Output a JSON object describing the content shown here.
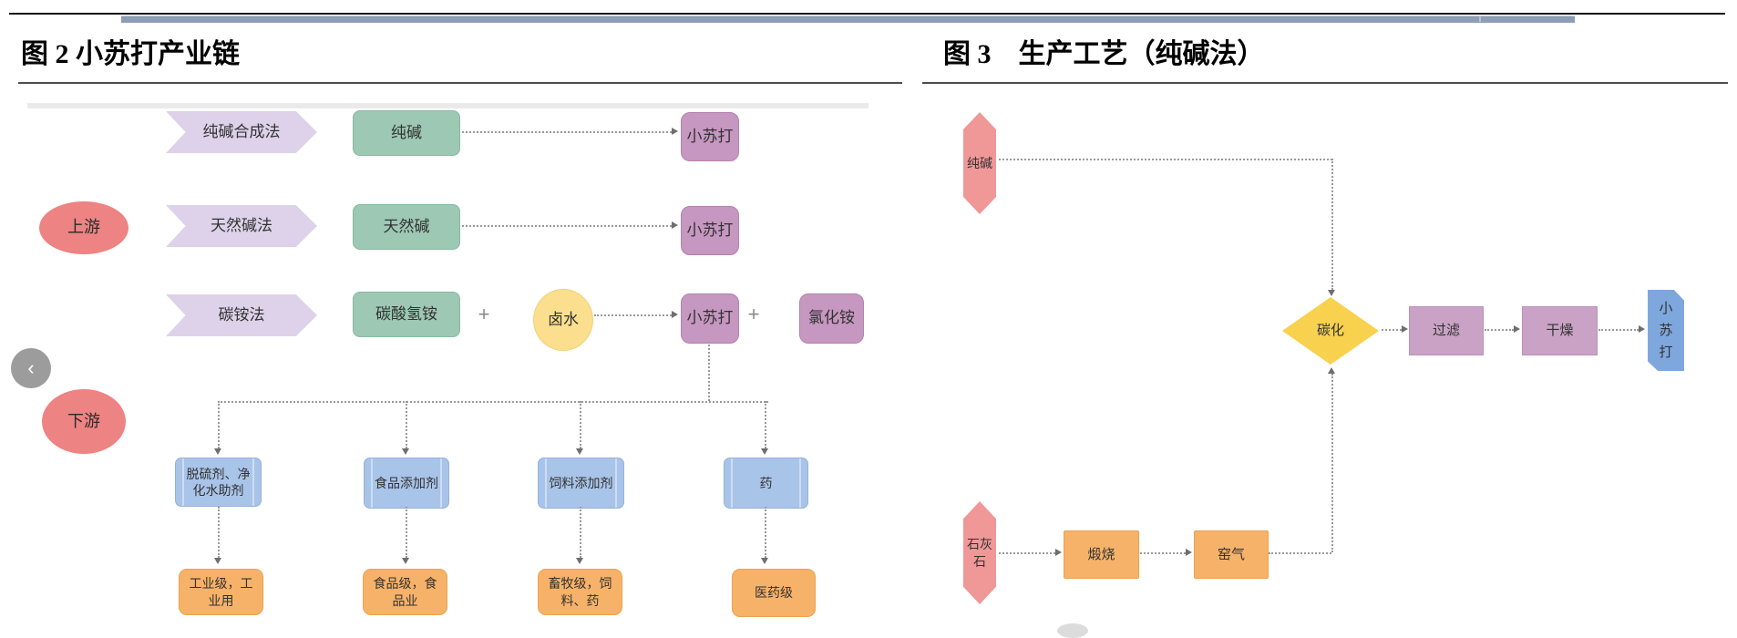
{
  "nav": {
    "prev_label": "‹"
  },
  "fig2": {
    "title": "图 2  小苏打产业链",
    "upstream_label": "上游",
    "downstream_label": "下游",
    "methods": [
      "纯碱合成法",
      "天然碱法",
      "碳铵法"
    ],
    "inputs": [
      "纯碱",
      "天然碱",
      "碳酸氢铵"
    ],
    "brine_label": "卤水",
    "product_label": "小苏打",
    "byproduct_label": "氯化铵",
    "plus_sign": "+",
    "applications": [
      "脱硫剂、净化水助剂",
      "食品添加剂",
      "饲料添加剂",
      "药"
    ],
    "grades": [
      "工业级，工业用",
      "食品级，食品业",
      "畜牧级，饲料、药",
      "医药级"
    ]
  },
  "fig3": {
    "title": "图 3　生产工艺（纯碱法）",
    "soda_ash_label": "纯碱",
    "limestone_label": "石灰石",
    "calcination_label": "煅烧",
    "kiln_gas_label": "窑气",
    "carbonation_label": "碳化",
    "filtration_label": "过滤",
    "drying_label": "干燥",
    "product_label": "小苏打"
  },
  "colors": {
    "top_bar": "#8e9db7",
    "method_lavender": "#ded2ea",
    "input_green": "#9dc8b4",
    "product_purple": "#c697c1",
    "brine_yellow": "#fbdf8e",
    "application_blue": "#a9c4e9",
    "grade_orange": "#f7b269",
    "stage_red_ellipse": "#ee8383",
    "material_red_hex": "#f09797",
    "carbonation_yellow": "#f8d14e",
    "process_mauve": "#c9a2c5",
    "product_blue_card": "#7ea7de"
  }
}
